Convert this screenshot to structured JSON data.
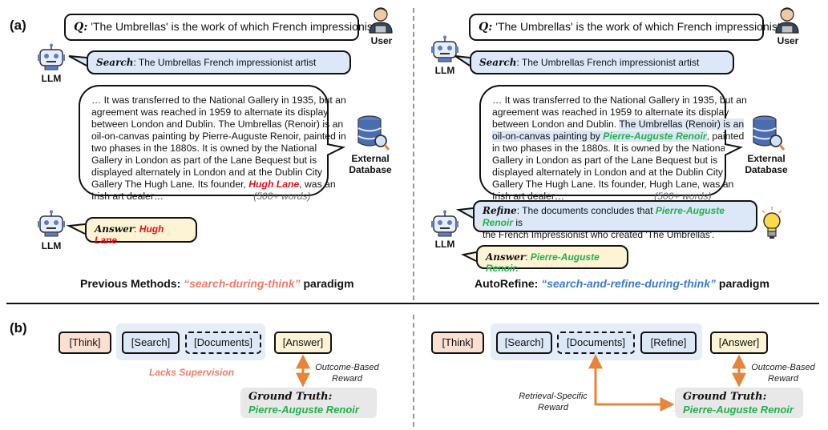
{
  "panel_a": {
    "tag": "(a)",
    "user_label": "User",
    "llm_label": "LLM",
    "db_label_1": "External",
    "db_label_2": "Database",
    "question_prefix": "Q:",
    "question_text": " 'The Umbrellas' is the work of which French impressionist?",
    "search_prefix": "Search",
    "search_text": ": The Umbrellas French impressionist artist",
    "answer_prefix": "Answer",
    "left": {
      "doc_lines": [
        "… It was transferred to the National Gallery in 1935, but an",
        "agreement was reached in 1959 to alternate its display",
        "between London and Dublin. The Umbrellas (Renoir) is an",
        "oil-on-canvas painting by Pierre-Auguste Renoir, painted in",
        "two phases in the 1880s. It is owned by the National",
        "Gallery in London as part of the Lane Bequest but is",
        "displayed alternately in London and at the Dublin City",
        "Gallery The Hugh Lane. Its founder, "
      ],
      "doc_red": "Hugh Lane",
      "doc_after_red": ", was an",
      "doc_last": "Irish art dealer…",
      "words": "(500+ words)",
      "answer_value": "Hugh Lane",
      "caption_pre": "Previous Methods: ",
      "caption_paradigm": "“search-during-think”",
      "caption_post": " paradigm"
    },
    "right": {
      "doc_l1": "… It was transferred to the National Gallery in 1935, but an",
      "doc_l2": "agreement was reached in 1959 to alternate its display",
      "doc_l3a": "between London and Dublin. ",
      "doc_l3b": "The Umbrellas (Renoir) is an",
      "doc_l4a": "oil-on-canvas painting by ",
      "doc_l4g": "Pierre-Auguste Renoir",
      "doc_l4c": ", painted",
      "doc_l5": "in two phases in the 1880s. It is owned by the National",
      "doc_l6": "Gallery in London as part of the Lane Bequest but is",
      "doc_l7": "displayed alternately in London and at the Dublin City",
      "doc_l8": "Gallery The Hugh Lane. Its founder, Hugh Lane, was an",
      "doc_l9": "Irish art dealer…",
      "words": "(500+ words)",
      "refine_prefix": "Refine",
      "refine_text_1": ": The documents concludes that ",
      "refine_green": "Pierre-Auguste Renoir",
      "refine_text_2": " is",
      "refine_text_3": "the French Impressionist who created 'The Umbrellas'.",
      "answer_value": "Pierre-Auguste Renoir.",
      "caption_pre": "AutoRefine: ",
      "caption_paradigm": "“search-and-refine-during-think”",
      "caption_post": " paradigm"
    }
  },
  "panel_b": {
    "tag": "(b)",
    "tokens": {
      "think": "[Think]",
      "search": "[Search]",
      "documents": "[Documents]",
      "refine": "[Refine]",
      "answer": "[Answer]"
    },
    "lacks_supervision": "Lacks Supervision",
    "outcome_reward_1": "Outcome-Based",
    "outcome_reward_2": "Reward",
    "retrieval_reward_1": "Retrieval-Specific",
    "retrieval_reward_2": "Reward",
    "ground_truth_title": "Ground Truth:",
    "ground_truth_value": "Pierre-Auguste Renoir"
  },
  "colors": {
    "think": "#fbe0d2",
    "search_group": "#e5eef8",
    "answer": "#fdf3d5",
    "arrow": "#e8843a",
    "wrong_answer": "#e0101a",
    "correct_answer": "#22b04a",
    "previous_paradigm": "#ef7a6a",
    "autorefine_paradigm": "#3d7cc9"
  }
}
